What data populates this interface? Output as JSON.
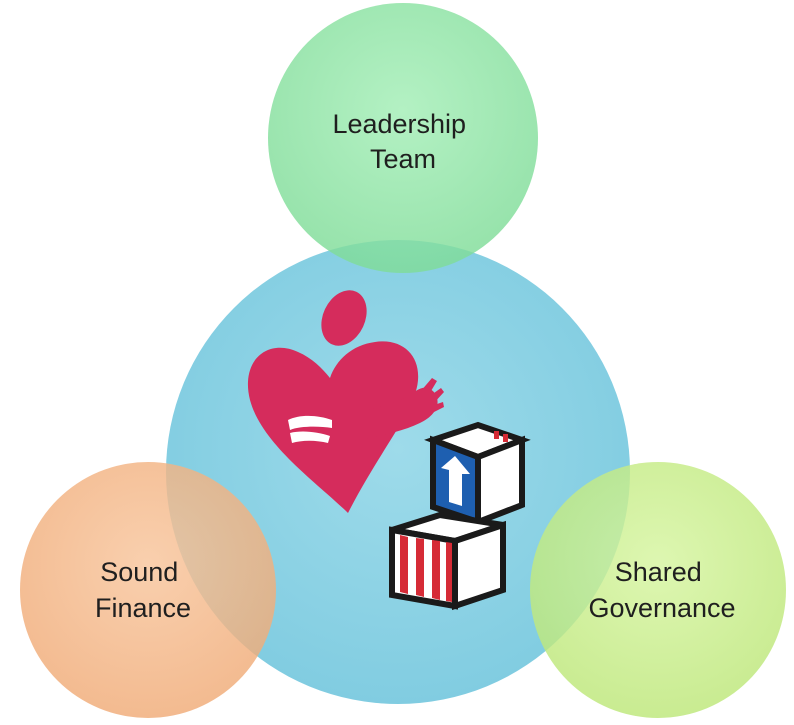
{
  "diagram": {
    "center": {
      "name": "organization-logo",
      "logo_icons": [
        "heart-hug-icon",
        "blocks-icon"
      ],
      "color": "#8fd3e6"
    },
    "satellites": [
      {
        "id": "leadership",
        "lines": [
          "Leadership",
          "Team"
        ],
        "color": "#8fe6a4"
      },
      {
        "id": "finance",
        "lines": [
          "Sound",
          "Finance"
        ],
        "color": "#f5b98a"
      },
      {
        "id": "governance",
        "lines": [
          "Shared",
          "Governance"
        ],
        "color": "#c9f08c"
      }
    ]
  },
  "colors": {
    "heart": "#d52c5c",
    "block_blue": "#1e5fb0",
    "block_red": "#d62b36",
    "block_outline": "#1a1a1a"
  }
}
